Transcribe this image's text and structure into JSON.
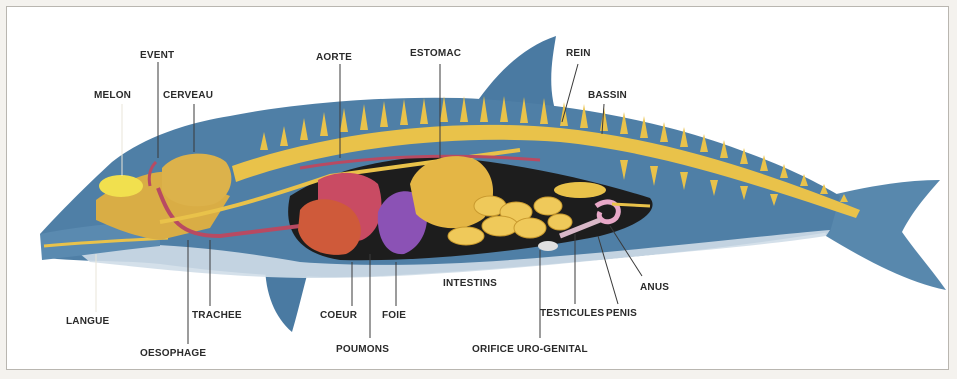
{
  "labels": {
    "event": "EVENT",
    "melon": "MELON",
    "cerveau": "CERVEAU",
    "aorte": "AORTE",
    "estomac": "ESTOMAC",
    "rein": "REIN",
    "bassin": "BASSIN",
    "anus": "ANUS",
    "penis": "PENIS",
    "testicules": "TESTICULES",
    "intestins": "INTESTINS",
    "orifice": "ORIFICE URO-GENITAL",
    "coeur": "COEUR",
    "foie": "FOIE",
    "poumons": "POUMONS",
    "trachee": "TRACHEE",
    "oesophage": "OESOPHAGE",
    "langue": "LANGUE"
  },
  "colors": {
    "body": "#4f7fa6",
    "belly": "#cfdde8",
    "spine": "#e9c24a",
    "melon": "#f1e04e",
    "brain": "#dcb24b",
    "stomach": "#e4b645",
    "heart": "#cf5a3a",
    "lungs": "#c94b63",
    "liver": "#8b52b5",
    "intestine": "#efc95a",
    "vessel": "#b84a62"
  }
}
